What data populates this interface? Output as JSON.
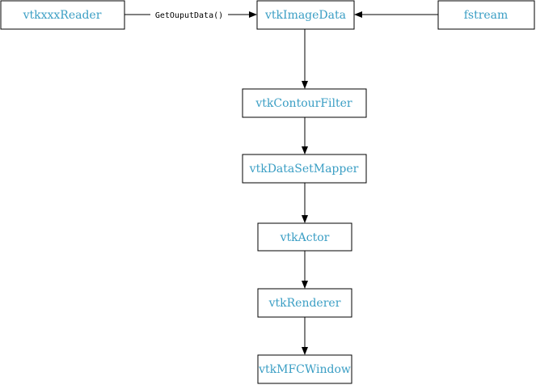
{
  "colors": {
    "node_text": "#3a9ec4",
    "stroke": "#000000",
    "background": "#ffffff"
  },
  "nodes": {
    "reader": "vtkxxxReader",
    "imagedata": "vtkImageData",
    "fstream": "fstream",
    "contour": "vtkContourFilter",
    "mapper": "vtkDataSetMapper",
    "actor": "vtkActor",
    "renderer": "vtkRenderer",
    "window": "vtkMFCWindow"
  },
  "edges": {
    "reader_to_imagedata_label": "GetOuputData()"
  }
}
